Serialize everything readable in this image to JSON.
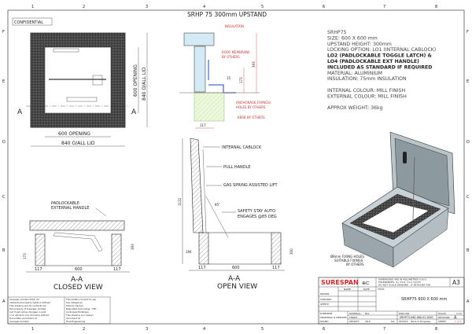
{
  "frame": {
    "columns": [
      "1",
      "2",
      "3",
      "4",
      "5",
      "6",
      "7",
      "8"
    ],
    "rows": [
      "F",
      "E",
      "D",
      "C",
      "B",
      "A"
    ]
  },
  "confidential_label": "CONFIDENTIAL",
  "plan_view": {
    "section_marker_left": "A",
    "section_marker_right": "A",
    "dim_opening_h": "600 OPENING",
    "dim_overall_h": "840 O/ALL LID",
    "dim_opening_v": "600 OPENING",
    "dim_overall_v": "840 O/ALL LID"
  },
  "upstand_detail": {
    "title": "SRHP 75 300mm UPSTAND",
    "insulation": "INSULATION",
    "roof_membrane": [
      "ROOF MEMBRANE",
      "BY OTHERS"
    ],
    "anchorage": [
      "ANCHORAGE FIXINGS/",
      "HOLES BY OTHERS"
    ],
    "kerb": "KERB BY OTHERS",
    "dim_15": "15",
    "dim_173": "173",
    "dim_393": "393",
    "dim_117": "117"
  },
  "spec": {
    "lines": [
      {
        "text": "SRHP75",
        "bold": false
      },
      {
        "text": "SIZE: 600 X 600 mm",
        "bold": false
      },
      {
        "text": "UPSTAND HEIGHT: 300mm",
        "bold": false
      },
      {
        "text": "LOCKING OPTION: LO1 (INTERNAL CABLOCK)",
        "bold": false
      },
      {
        "text": "LO2 (PADLOCKABLE TOGGLE LATCH) &",
        "bold": true
      },
      {
        "text": "LO4 (PADLOCKABLE EXT HANDLE)",
        "bold": true
      },
      {
        "text": "INCLUDED AS STANDARD IF REQUIRED",
        "bold": true
      },
      {
        "text": "MATERIAL: ALUMINIUM",
        "bold": false
      },
      {
        "text": "INSULATION: 75mm INSULATION",
        "bold": false
      },
      {
        "text": "",
        "bold": false
      },
      {
        "text": "INTERNAL COLOUR: MILL FINISH",
        "bold": false
      },
      {
        "text": "EXTERNAL COLOUR: MILL FINISH",
        "bold": false
      },
      {
        "text": "",
        "bold": false
      },
      {
        "text": "APPROX WEIGHT: 36kg",
        "bold": false
      }
    ]
  },
  "closed_view": {
    "title": "A-A",
    "subtitle": "CLOSED VIEW",
    "handle_label": [
      "PADLOCKABLE",
      "EXTERNAL HANDLE"
    ],
    "dim_117_left": "117",
    "dim_600": "600",
    "dim_117_right": "117",
    "dim_173": "173",
    "dim_393": "393"
  },
  "open_view": {
    "title": "A-A",
    "subtitle": "OPEN VIEW",
    "labels": [
      "INTERNAL CABLOCK",
      "PULL HANDLE",
      "GAS SPRING ASSISTED LIFT",
      "SAFETY STAY AUTO",
      "ENGAGES @85 DEG"
    ],
    "angle": "85°",
    "dim_1122": "1122",
    "dim_194": "194",
    "dim_117_left": "117",
    "dim_600": "600",
    "dim_117_right": "117",
    "dim_300": "300"
  },
  "iso_view": {
    "fixing_label": [
      "Ø8mm FIXING HOLES",
      "SUITABLE FIXINGS",
      "BY OTHERS"
    ]
  },
  "title_block": {
    "brand": "SURESPAN",
    "brand_color": "#d2232a",
    "notes": [
      "DIMENSIONS ARE IN MILLIMETRES U.N.O.",
      "TOLERANCES: ±x ±0.5, ±x.x ±0.25",
      "DO NOT SCALE DRAWING - IF IN DOUBT ASK"
    ],
    "sheet_size": "A3",
    "col_name": "NAME",
    "col_date": "DATE",
    "row_labels": [
      "DRAWN",
      "CHECKED",
      "APPR'D"
    ],
    "title_label": "TITLE:",
    "title": "SRHP75 600 X 600 mm",
    "company": [
      "SURESPAN",
      "DRAWINGS & DESIGNS",
      "ISSUED"
    ],
    "material_label": "MATERIAL:",
    "material": "N/A",
    "finish_label": "FINISH:",
    "weight_label": "WEIGHT:",
    "weight": "36.0",
    "weight_unit": "KG",
    "dwg_no_label": "DWG NO.",
    "dwg_no": "SRHP75-060-060-01-0001",
    "status_label": "STATUS:",
    "status": "Work in Progress",
    "scale_label": "SCALE:",
    "scale": "1:10",
    "revision_label": "REVISION:",
    "revision": "A",
    "sheet_label": "SHEET:",
    "sheet": "1 of 1"
  },
  "legal_block": {
    "left": [
      "Surespan Limited 2021. All",
      "intellectual property rights is defined.",
      "This drawing and its contents are",
      "the property of Surespan Limited",
      "and must not be divulged in part",
      "or in whole to any 3rd party without",
      "the written permission of",
      "Surespan Limited."
    ],
    "right": [
      "This written consent to use",
      "has categories:",
      "Publicly Agreed",
      "Regulated technology: Y/N?",
      "Controlled Prototype",
      "This drawing is in design",
      "document at",
      "Final Engineering"
    ]
  }
}
